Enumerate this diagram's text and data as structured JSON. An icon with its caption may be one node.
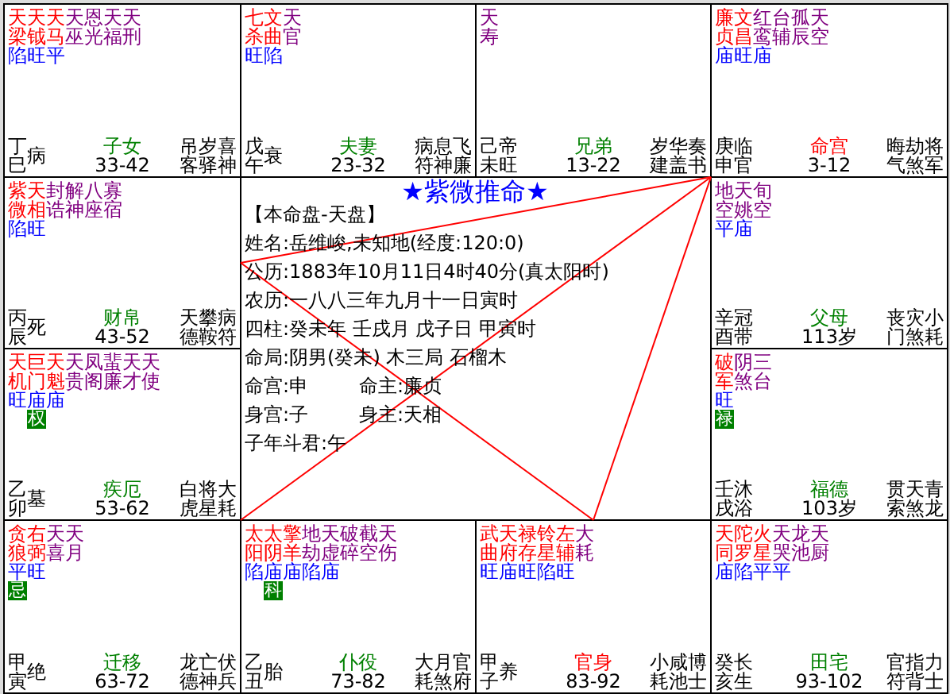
{
  "diagram": {
    "title": "★紫微推命★",
    "nodes": [
      {
        "text": [
          "天梁",
          "天钺",
          "天马",
          "天巫",
          "恩光",
          "天福",
          "天刑",
          "陷旺平",
          "丁巳",
          "病",
          "子女",
          "33-42",
          "吊客",
          "岁驿",
          "喜神"
        ]
      },
      {
        "text": [
          "七杀",
          "文曲",
          "天官",
          "旺陷",
          "戊午",
          "衰",
          "夫妻",
          "23-32",
          "病符",
          "息神",
          "飞廉"
        ]
      },
      {
        "text": [
          "天寿",
          "己未",
          "帝旺",
          "兄弟",
          "13-22",
          "岁建",
          "华盖",
          "奏书"
        ]
      },
      {
        "text": [
          "廉贞",
          "文昌",
          "红鸾",
          "台辅",
          "孤辰",
          "天空",
          "庙旺庙",
          "庚申",
          "临官",
          "命宫",
          "3-12",
          "晦气",
          "劫煞",
          "将军"
        ]
      },
      {
        "text": [
          "紫微",
          "天相",
          "封诰",
          "解神",
          "八座",
          "寡宿",
          "陷旺",
          "丙辰",
          "死",
          "财帛",
          "43-52",
          "天德",
          "攀鞍",
          "病符"
        ]
      },
      {
        "text": [
          "地空",
          "天姚",
          "旬空",
          "平庙",
          "辛酉",
          "冠带",
          "父母",
          "113岁",
          "丧门",
          "灾煞",
          "小耗"
        ]
      },
      {
        "text": [
          "天机",
          "巨门",
          "天魁",
          "天贵",
          "凤阁",
          "蜚廉",
          "天才",
          "天使",
          "旺庙庙",
          "乙卯",
          "墓",
          "疾厄",
          "53-62",
          "白虎",
          "将星",
          "大耗"
        ]
      },
      {
        "text": [
          "权"
        ],
        "in": 6
      },
      {
        "text": [
          "破军",
          "阴煞",
          "三台",
          "旺",
          "壬戌",
          "沐浴",
          "福德",
          "103岁",
          "贯索",
          "天煞",
          "青龙"
        ]
      },
      {
        "text": [
          "禄"
        ],
        "in": 8
      },
      {
        "text": [
          "贪狼",
          "右弼",
          "天喜",
          "天月",
          "平旺",
          "甲寅",
          "绝",
          "迁移",
          "63-72",
          "龙德",
          "亡神",
          "伏兵"
        ]
      },
      {
        "text": [
          "忌"
        ],
        "in": 10
      },
      {
        "text": [
          "太阳",
          "太阴",
          "擎羊",
          "地劫",
          "天虚",
          "破碎",
          "截空",
          "天伤",
          "陷庙庙陷庙",
          "乙丑",
          "胎",
          "仆役",
          "73-82",
          "大耗",
          "月煞",
          "官府"
        ]
      },
      {
        "text": [
          "科"
        ],
        "in": 12
      },
      {
        "text": [
          "武曲",
          "天府",
          "禄存",
          "铃星",
          "左辅",
          "大耗",
          "旺庙旺陷旺",
          "甲子",
          "养",
          "官身",
          "83-92",
          "小耗",
          "咸池",
          "博士"
        ]
      },
      {
        "text": [
          "天同",
          "陀罗",
          "火星",
          "天哭",
          "龙池",
          "天厨",
          "庙陷平平",
          "癸亥",
          "长生",
          "田宅",
          "93-102",
          "官符",
          "指背",
          "力士"
        ]
      }
    ],
    "edges": [
      {
        "from": 3,
        "to": 4,
        "arrow": "none"
      },
      {
        "from": 3,
        "to": 14,
        "arrow": "none"
      },
      {
        "from": 4,
        "to": 14,
        "arrow": "none"
      },
      {
        "from": 3,
        "to": 10,
        "arrow": "none"
      }
    ],
    "labels": [
      "【本命盘-天盘】",
      "姓名:岳维峻,未知地(经度:120:0)",
      "公历:1883年10月11日4时40分(真太阳时)",
      "农历:一八八三年九月十一日寅时",
      "四柱:癸未年 壬戌月 戊子日 甲寅时",
      "命局:阴男(癸未) 木三局 石榴木",
      "命宫:申",
      "命主:廉贞",
      "身宫:子",
      "身主:天相",
      "子年斗君:午"
    ]
  }
}
